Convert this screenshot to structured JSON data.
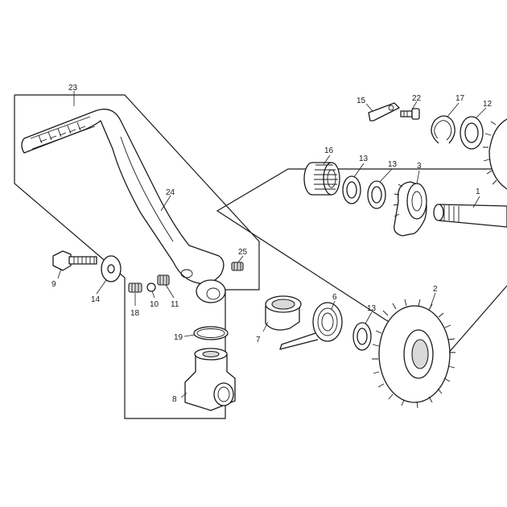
{
  "diagram": {
    "labels": {
      "p1": "1",
      "p2": "2",
      "p3": "3",
      "p6": "6",
      "p7": "7",
      "p8": "8",
      "p9": "9",
      "p10": "10",
      "p11": "11",
      "p12": "12",
      "p13a": "13",
      "p13b": "13",
      "p13c": "13",
      "p14": "14",
      "p15": "15",
      "p16": "16",
      "p17": "17",
      "p18": "18",
      "p19": "19",
      "p22": "22",
      "p23": "23",
      "p24": "24",
      "p25": "25"
    }
  }
}
